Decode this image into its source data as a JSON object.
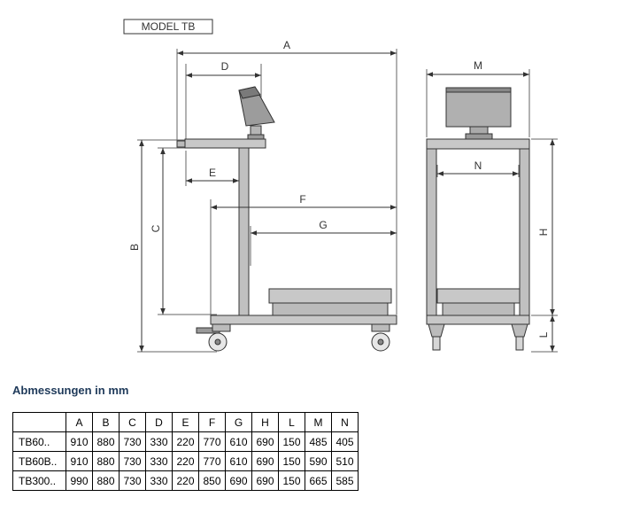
{
  "model_label": "MODEL TB",
  "dimension_letters": {
    "A": "A",
    "B": "B",
    "C": "C",
    "D": "D",
    "E": "E",
    "F": "F",
    "G": "G",
    "H": "H",
    "L": "L",
    "M": "M",
    "N": "N"
  },
  "section_heading": "Abmessungen in mm",
  "table": {
    "headers": [
      "A",
      "B",
      "C",
      "D",
      "E",
      "F",
      "G",
      "H",
      "L",
      "M",
      "N"
    ],
    "rows": [
      {
        "model": "TB60..",
        "values": [
          "910",
          "880",
          "730",
          "330",
          "220",
          "770",
          "610",
          "690",
          "150",
          "485",
          "405"
        ]
      },
      {
        "model": "TB60B..",
        "values": [
          "910",
          "880",
          "730",
          "330",
          "220",
          "770",
          "610",
          "690",
          "150",
          "590",
          "510"
        ]
      },
      {
        "model": "TB300..",
        "values": [
          "990",
          "880",
          "730",
          "330",
          "220",
          "850",
          "690",
          "690",
          "150",
          "665",
          "585"
        ]
      }
    ]
  }
}
